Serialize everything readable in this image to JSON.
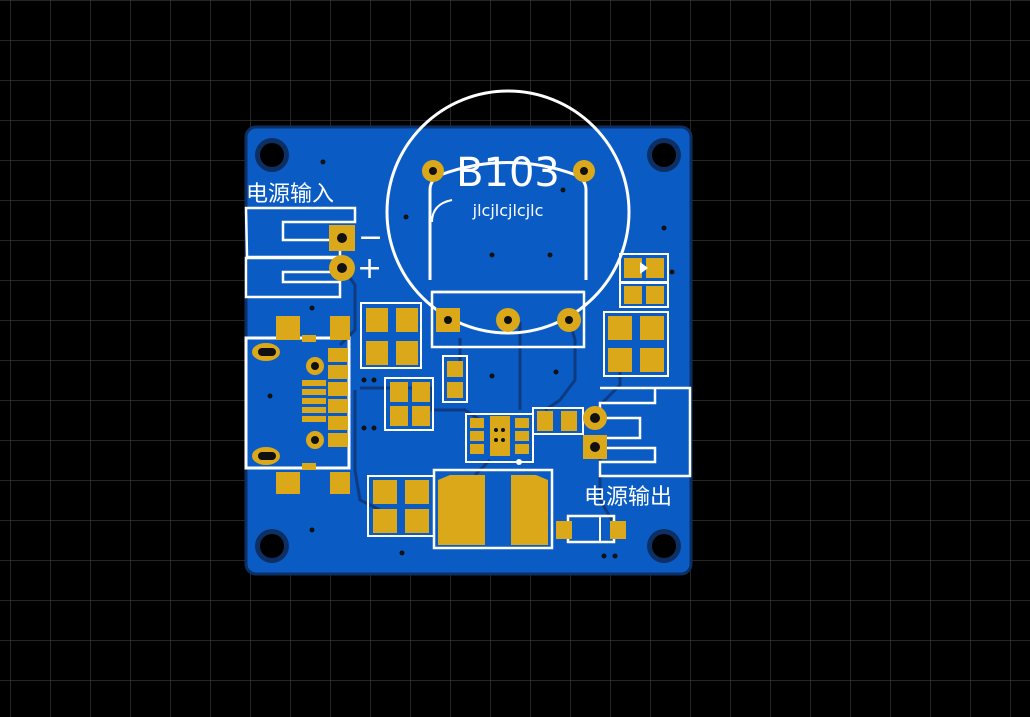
{
  "board": {
    "value_label": "B103",
    "fab_marker": "jlcjlcjlcjlc",
    "power_in_label": "电源输入",
    "power_out_label": "电源输出",
    "minus_sign": "−",
    "plus_sign": "+"
  },
  "colors": {
    "background": "#000000",
    "grid": "#4a4a4a",
    "board_fill": "#0a5cc4",
    "board_edge": "#0d2f63",
    "copper_pad": "#dba81a",
    "silkscreen": "#ffffff",
    "trace": "#0d3a80"
  }
}
